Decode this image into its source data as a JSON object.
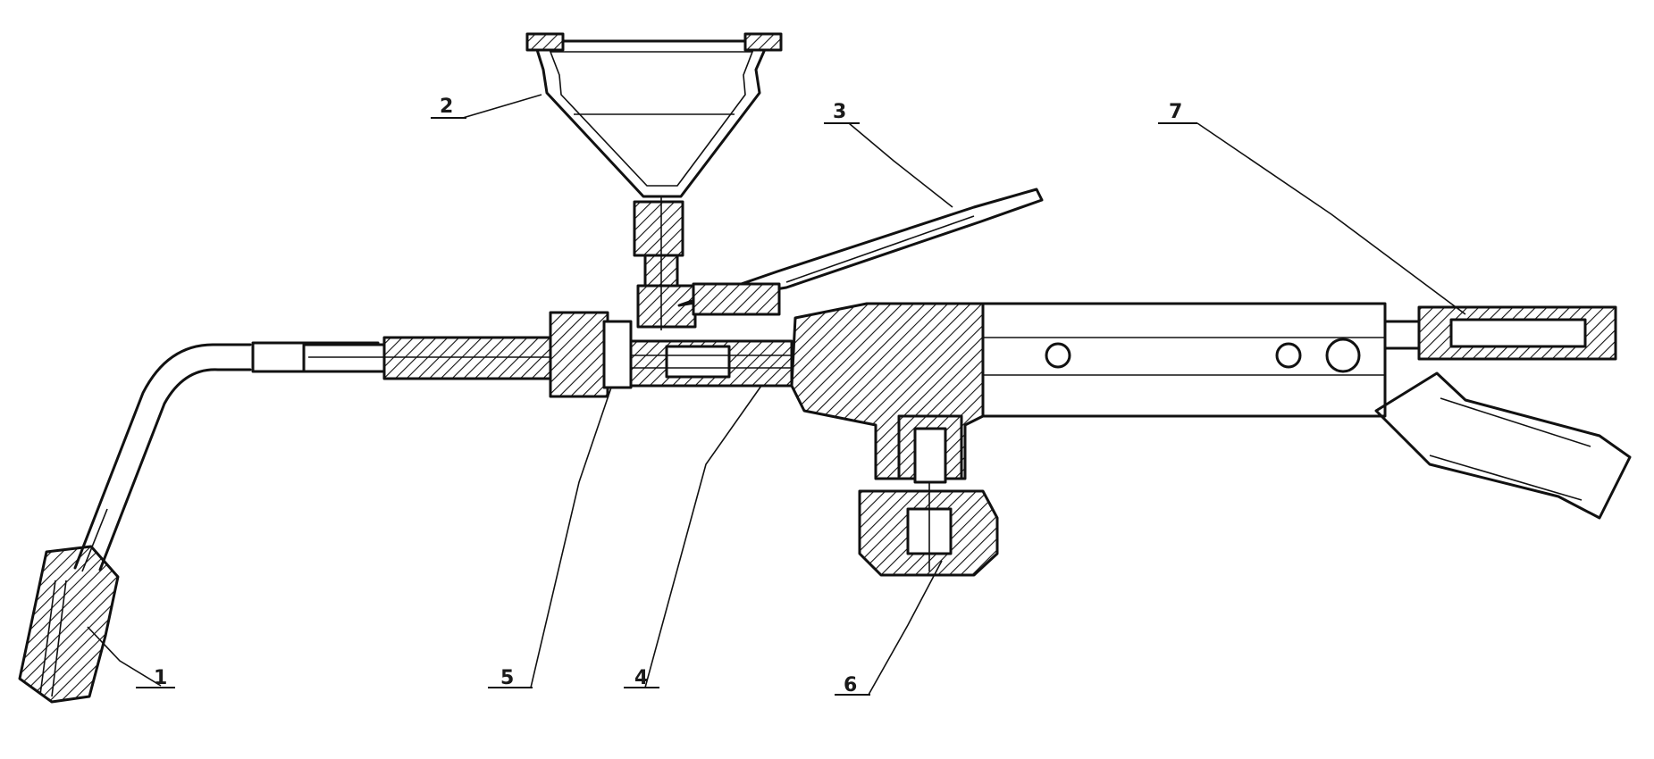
{
  "diagram": {
    "callouts": [
      {
        "id": "1",
        "label": "1"
      },
      {
        "id": "2",
        "label": "2"
      },
      {
        "id": "3",
        "label": "3"
      },
      {
        "id": "4",
        "label": "4"
      },
      {
        "id": "5",
        "label": "5"
      },
      {
        "id": "6",
        "label": "6"
      },
      {
        "id": "7",
        "label": "7"
      }
    ]
  },
  "colors": {
    "ink": "#111111",
    "paper": "#ffffff"
  }
}
